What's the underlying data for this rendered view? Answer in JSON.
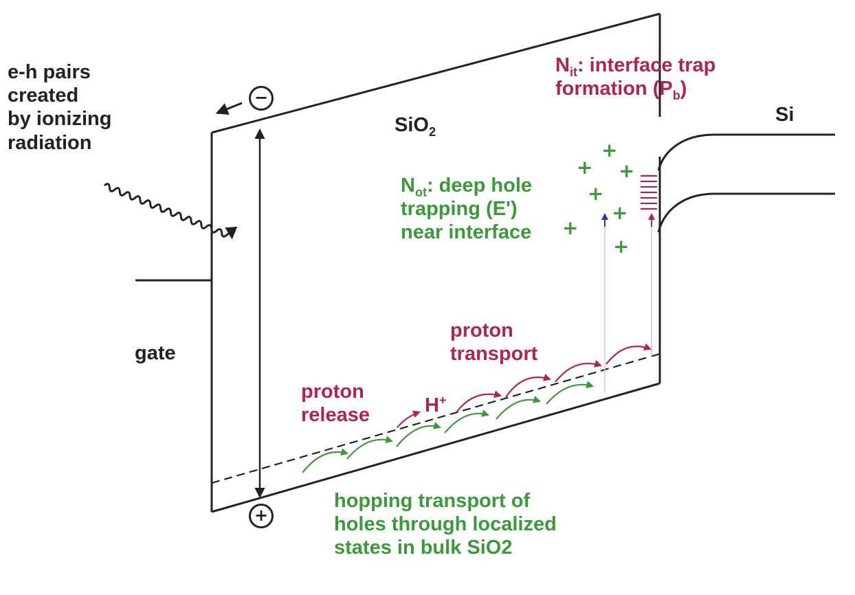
{
  "labels": {
    "eh_pairs": [
      "e-h pairs",
      "created",
      "by ionizing",
      "radiation"
    ],
    "gate": "gate",
    "sio2": {
      "base": "SiO",
      "sub": "2"
    },
    "si": "Si",
    "nit": {
      "base": "N",
      "sub": "it",
      "rest": ": interface trap",
      "line2": "formation (P",
      "sub2": "b",
      "close": ")"
    },
    "not": {
      "base": "N",
      "sub": "ot",
      "rest": ": deep hole",
      "line2": "trapping (E')",
      "line3": "near interface"
    },
    "proton_transport": [
      "proton",
      "transport"
    ],
    "proton_release": [
      "proton",
      "release"
    ],
    "hplus": {
      "base": "H",
      "sup": "+"
    },
    "hopping": [
      "hopping transport of",
      "holes through localized",
      "states in bulk SiO2"
    ]
  },
  "symbols": {
    "electron_charge": "−",
    "hole_charge": "+",
    "trapped_hole": "+"
  },
  "colors": {
    "line": "#222222",
    "green": "#3a9a3a",
    "red": "#b0254e",
    "blue": "#2a3a9a",
    "faint": "#c9c9d2"
  }
}
